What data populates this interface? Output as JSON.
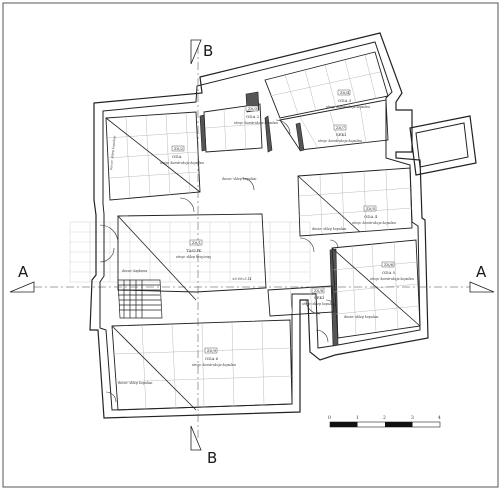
{
  "section_marks": {
    "a_left": "A",
    "a_right": "A",
    "b_top": "B",
    "b_bottom": "B"
  },
  "rooms": [
    {
      "code": "Z0/1",
      "name": "TASLIK",
      "note": "strop: sklep krzyżowy"
    },
    {
      "code": "Z0/2",
      "name": "ODA",
      "note": "strop: konstrukcja kopulası"
    },
    {
      "code": "Z0/3",
      "name": "ODA 2",
      "note": "strop: konstrukcja kopulası"
    },
    {
      "code": "Z0/4",
      "name": "ODA 3",
      "note": "strop: konstrukcja kopulası"
    },
    {
      "code": "Z0/5",
      "name": "ODA 4",
      "note": "strop: konstrukcja kopulası"
    },
    {
      "code": "Z0/6",
      "name": "ODA 5",
      "note": "strop: konstrukcja kopulası"
    },
    {
      "code": "Z0/7",
      "name": "SEKİ",
      "note": "strop: konstrukcja kopulası"
    },
    {
      "code": "Z0/8",
      "name": "SEKİ",
      "note": "strop: sklep kopulası"
    },
    {
      "code": "Z0/9",
      "name": "ODA 6",
      "note": "strop: konstrukcja kopulası"
    }
  ],
  "wall_notes": [
    "duvar: sklep kopulası",
    "duvar: sklep kopulası",
    "duvar: kaplama",
    "duvar: sklep kopulası",
    "duvar: sklep kopulası",
    "duvar: sklep kopulası"
  ],
  "level_mark": "±0.00=3.14",
  "scale_bar": {
    "labels": [
      "0",
      "1",
      "2",
      "3",
      "4"
    ]
  }
}
